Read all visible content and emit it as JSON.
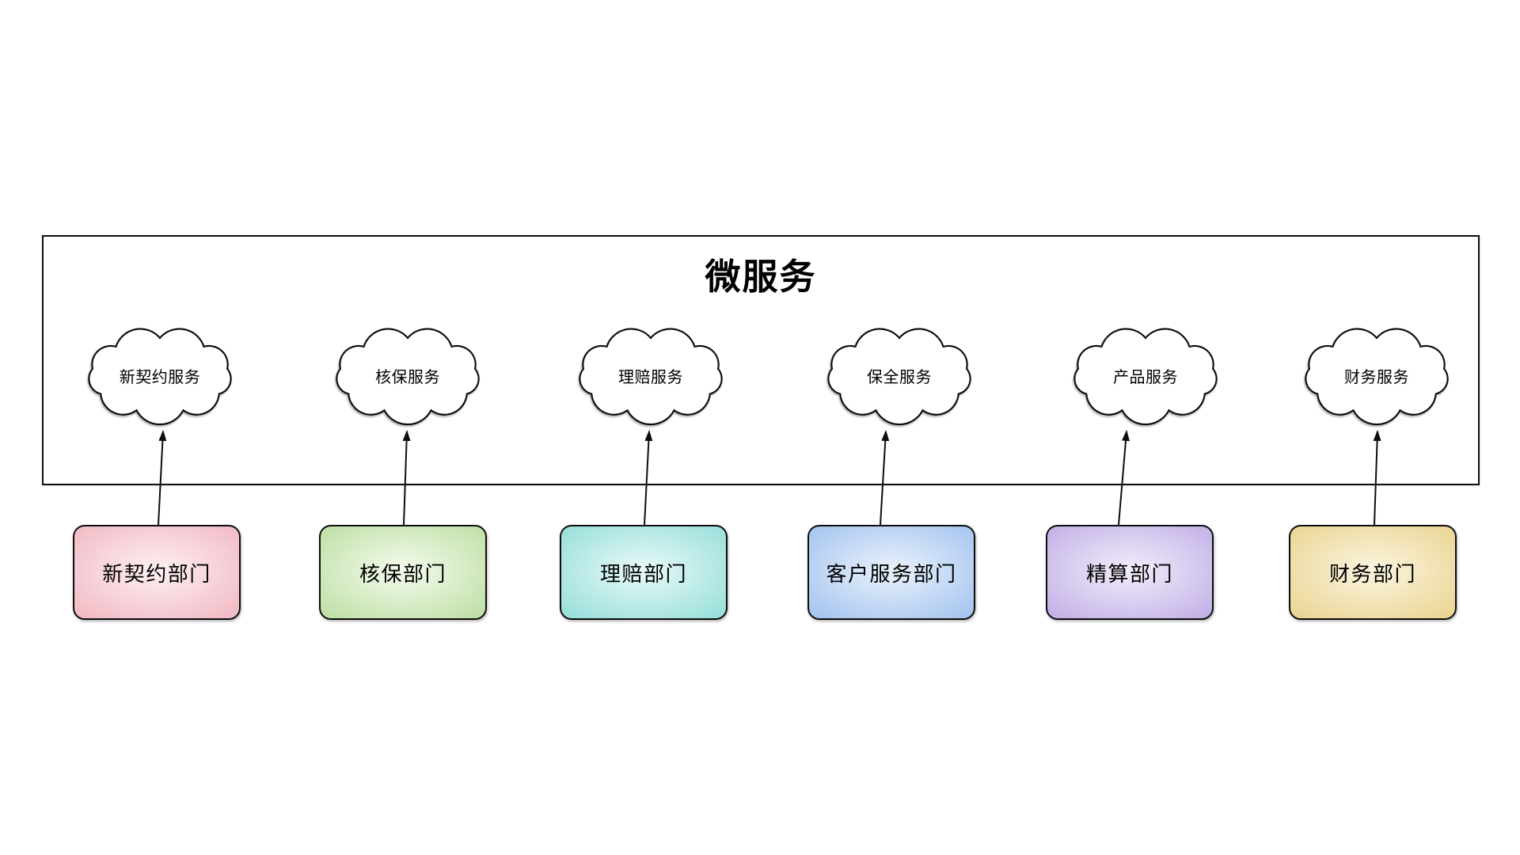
{
  "diagram": {
    "title": "微服务",
    "background_color": "#ffffff",
    "stroke_color": "#0d0d0d",
    "cloud_fill_color": "#ffffff",
    "nodes": [
      {
        "service": "新契约服务",
        "department": "新契约部门",
        "box_edge_color": "#ec9fae",
        "box_center_color": "#fdf0f2"
      },
      {
        "service": "核保服务",
        "department": "核保部门",
        "box_edge_color": "#a5d282",
        "box_center_color": "#f4fbee"
      },
      {
        "service": "理赔服务",
        "department": "理赔部门",
        "box_edge_color": "#70d1cb",
        "box_center_color": "#e9faf8"
      },
      {
        "service": "保全服务",
        "department": "客户服务部门",
        "box_edge_color": "#84aee9",
        "box_center_color": "#eaf2fc"
      },
      {
        "service": "产品服务",
        "department": "精算部门",
        "box_edge_color": "#ab93dc",
        "box_center_color": "#f2edfb"
      },
      {
        "service": "财务服务",
        "department": "财务部门",
        "box_edge_color": "#e2c56e",
        "box_center_color": "#fbf5e0"
      }
    ]
  }
}
